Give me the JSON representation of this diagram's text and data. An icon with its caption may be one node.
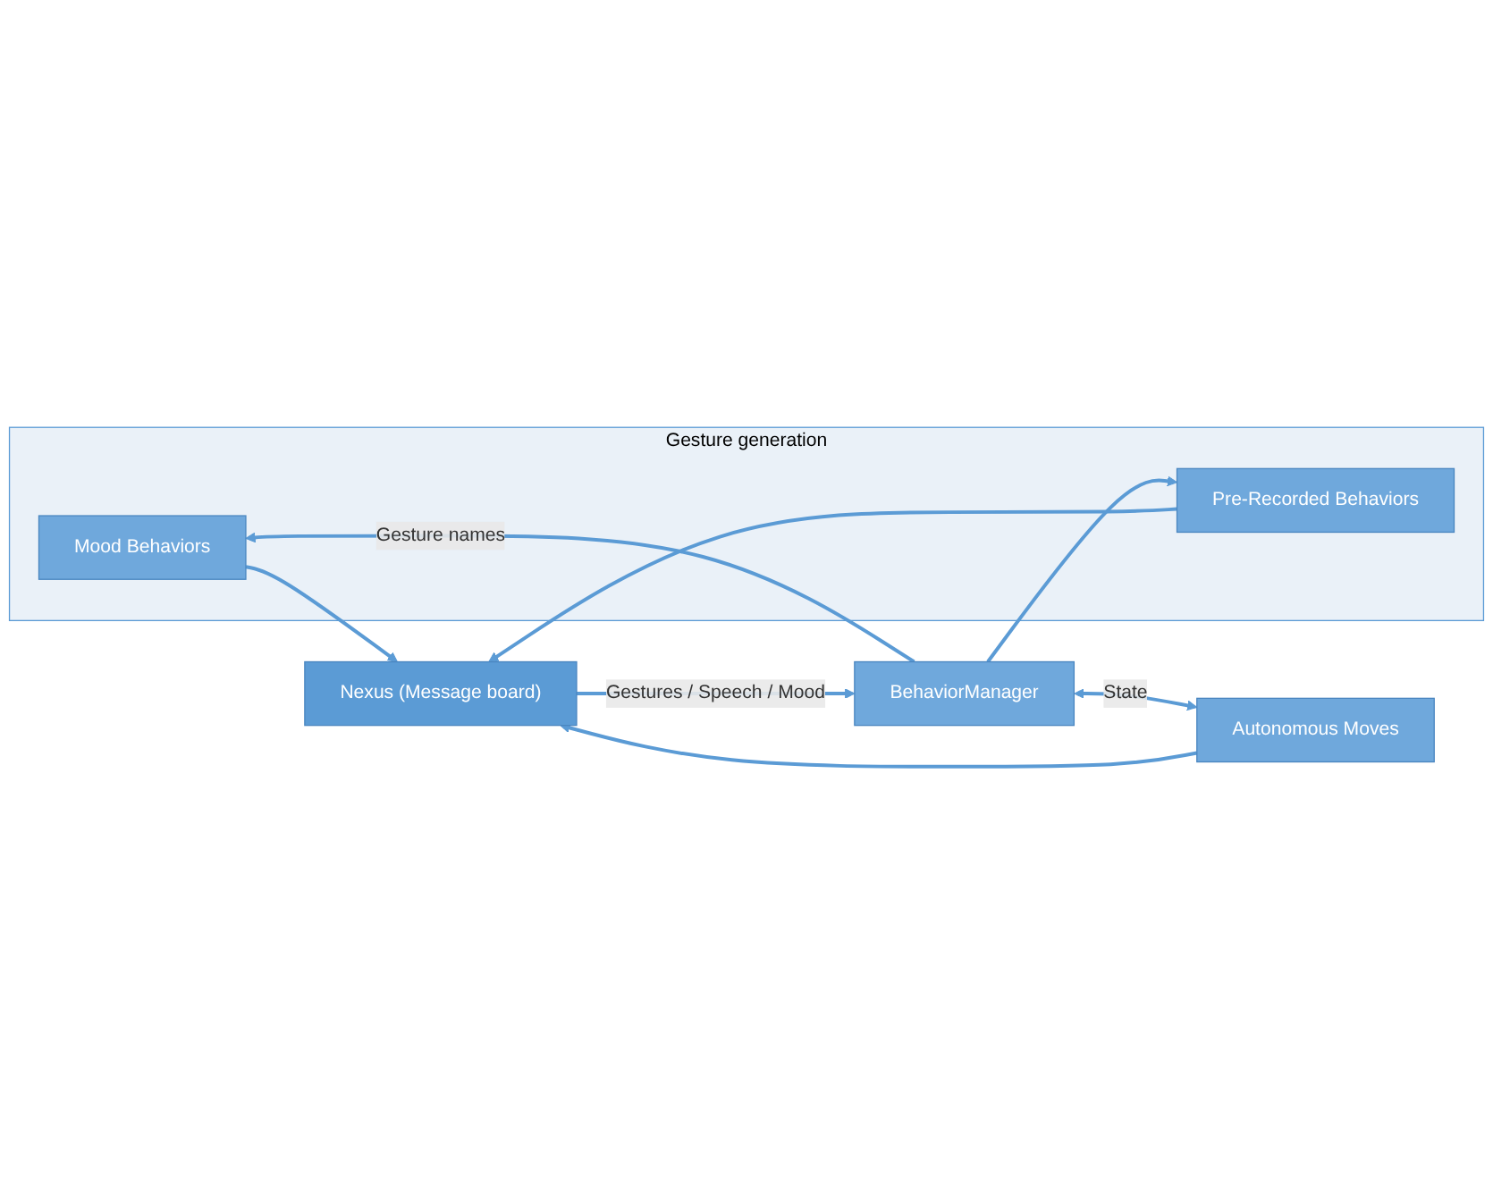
{
  "diagram": {
    "nodes": [
      {
        "text": [
          "Gesture generation"
        ]
      },
      {
        "text": [
          "Mood Behaviors"
        ],
        "in": 0
      },
      {
        "text": [
          "Pre-Recorded Behaviors"
        ],
        "in": 0
      },
      {
        "text": [
          "BehaviorManager"
        ]
      },
      {
        "text": [
          "Autonomous Moves"
        ]
      },
      {
        "text": [
          "Nexus (Message board)"
        ]
      }
    ],
    "edges": [
      {
        "from": 3,
        "to": 1,
        "arrow": "to",
        "label": "Gesture names"
      },
      {
        "from": 3,
        "to": 2,
        "arrow": "to"
      },
      {
        "from": 1,
        "to": 5,
        "arrow": "to"
      },
      {
        "from": 2,
        "to": 5,
        "arrow": "to"
      },
      {
        "from": 3,
        "to": 4,
        "arrow": "both",
        "label": "State"
      },
      {
        "from": 4,
        "to": 5,
        "arrow": "to"
      },
      {
        "from": 5,
        "to": 3,
        "arrow": "to",
        "label": "Gestures / Speech / Mood"
      }
    ]
  }
}
